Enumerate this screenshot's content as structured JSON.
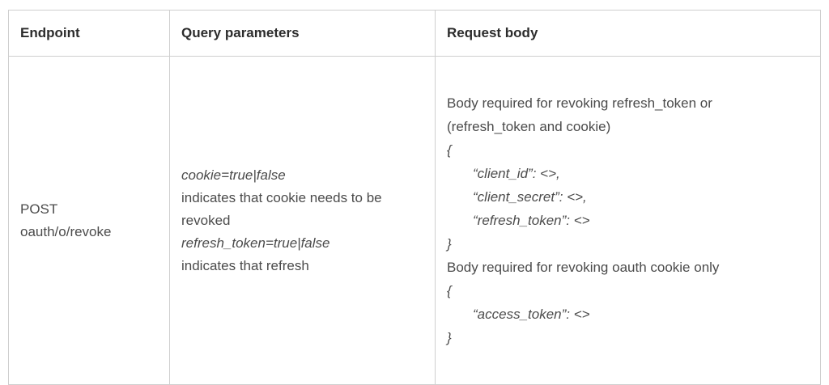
{
  "header": {
    "columns": [
      {
        "label": "Endpoint"
      },
      {
        "label": "Query parameters"
      },
      {
        "label": "Request body"
      }
    ]
  },
  "row": {
    "endpoint": {
      "lines": [
        {
          "text": "POST"
        },
        {
          "text": "oauth/o/revoke"
        }
      ]
    },
    "query_parameters": {
      "lines": [
        {
          "text": "cookie=true|false",
          "italic": true
        },
        {
          "text": "indicates that cookie needs to be"
        },
        {
          "text": "revoked"
        },
        {
          "text": "refresh_token=true|false",
          "italic": true
        },
        {
          "text": "indicates that refresh"
        }
      ]
    },
    "request_body": {
      "lines": [
        {
          "text": "Body required for revoking refresh_token or"
        },
        {
          "text": "(refresh_token and cookie)"
        },
        {
          "text": "{",
          "italic": true
        },
        {
          "text": "“client_id”: <>,",
          "italic": true,
          "indent": true
        },
        {
          "text": "“client_secret”: <>,",
          "italic": true,
          "indent": true
        },
        {
          "text": "“refresh_token”: <>",
          "italic": true,
          "indent": true
        },
        {
          "text": "}",
          "italic": true
        },
        {
          "text": "Body required for revoking oauth cookie only"
        },
        {
          "text": "{",
          "italic": true
        },
        {
          "text": "“access_token”: <>",
          "italic": true,
          "indent": true
        },
        {
          "text": "}",
          "italic": true
        }
      ]
    }
  },
  "colors": {
    "border": "#cfcfcf",
    "header_text": "#2c2c2c",
    "body_text": "#4b4b4b",
    "background": "#ffffff"
  }
}
